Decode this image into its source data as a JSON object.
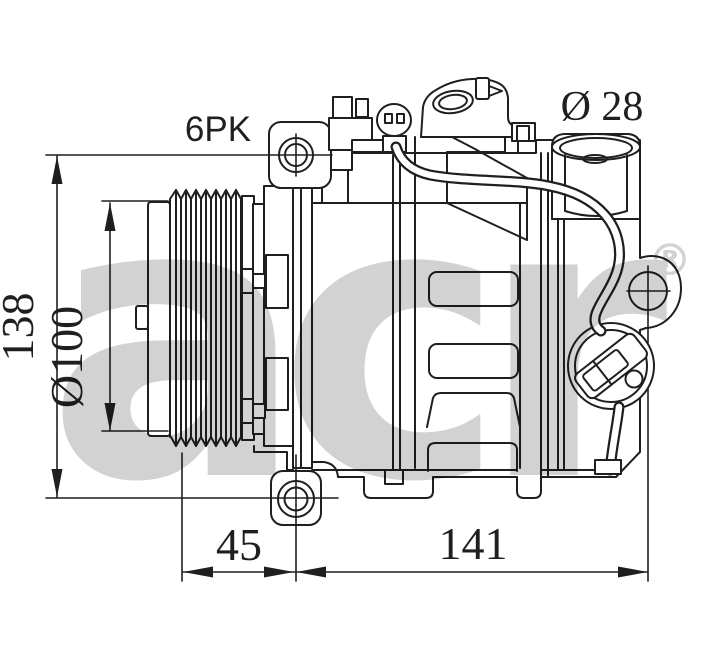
{
  "page": {
    "background": "#ffffff",
    "line_color": "#1f1f1f"
  },
  "drawing": {
    "dimensions": {
      "height_label": "138",
      "pulley_diameter_label": "Ø100",
      "belt_label": "6PK",
      "port_diameter_label": "Ø 28",
      "front_offset_label": "45",
      "length_label": "141"
    },
    "watermark": {
      "brand": "acr",
      "registered_mark": "®",
      "color": "#d2d2d2"
    }
  }
}
